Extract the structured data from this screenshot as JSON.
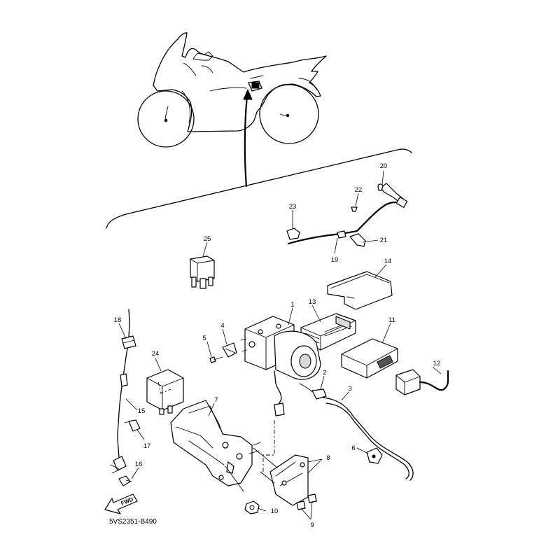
{
  "drawing_code": "5VS2351-B490",
  "fwd_label": "FWD",
  "callouts": [
    {
      "id": "1",
      "part": "hydraulic-unit"
    },
    {
      "id": "2",
      "part": "connector"
    },
    {
      "id": "3",
      "part": "hose"
    },
    {
      "id": "4",
      "part": "clamp"
    },
    {
      "id": "5",
      "part": "bolt"
    },
    {
      "id": "6",
      "part": "clip"
    },
    {
      "id": "7",
      "part": "bracket"
    },
    {
      "id": "8",
      "part": "bracket-plate"
    },
    {
      "id": "9",
      "part": "bolt"
    },
    {
      "id": "10",
      "part": "nut"
    },
    {
      "id": "11",
      "part": "control-unit"
    },
    {
      "id": "12",
      "part": "coupler-lead"
    },
    {
      "id": "13",
      "part": "cover"
    },
    {
      "id": "14",
      "part": "cover-plate"
    },
    {
      "id": "15",
      "part": "sensor-lead"
    },
    {
      "id": "16",
      "part": "bolt"
    },
    {
      "id": "17",
      "part": "clamp"
    },
    {
      "id": "18",
      "part": "holder"
    },
    {
      "id": "19",
      "part": "sensor-lead"
    },
    {
      "id": "20",
      "part": "bolt"
    },
    {
      "id": "21",
      "part": "clamp"
    },
    {
      "id": "22",
      "part": "screw"
    },
    {
      "id": "23",
      "part": "holder"
    },
    {
      "id": "24",
      "part": "relay"
    },
    {
      "id": "25",
      "part": "relay"
    }
  ]
}
